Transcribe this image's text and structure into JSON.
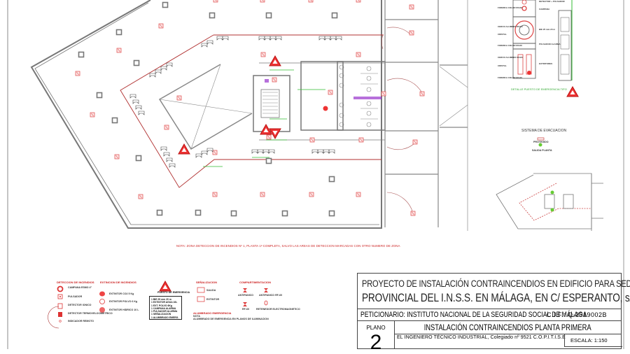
{
  "title_block": {
    "project_line1": "PROYECTO DE INSTALACIÓN CONTRAINCENDIOS EN EDIFICIO PARA SEDE DE LA DIRECCIÓN",
    "project_line2": "PROVINCIAL DEL I.N.S.S. EN MÁLAGA, EN C/ ESPERANTO, s/n, MÁLAGA",
    "petitioner": "PETICIONARIO: INSTITUTO NACIONAL DE LA SEGURIDAD SOCIAL DE MÁLAGA",
    "cif": "C.I.F.: Q-2919002B",
    "plano_label": "PLANO",
    "plano_number": "2",
    "sheet_title": "INSTALACIÓN CONTRAINCENDIOS PLANTA PRIMERA",
    "engineer": "EL INGENIERO TÉCNICO INDUSTRIAL, Colegiado nº 9521 C.O.P.I.T.I.S.E",
    "scale": "ESCALA:   1:150"
  },
  "note": "NOTA: ZONA DETECCION DE INCENDIOS Nº 1,  PLANTA 1ª COMPLETA, SALVO LAS AREAS DE DETECCION MARCADAS CON OTRO NUMERO DE ZONA",
  "legend": {
    "detection": {
      "heading": "DETECCION DE INCENDIOS",
      "items": [
        "CAMPANA ESMO 4\"",
        "PULSADOR",
        "DETECTOR IONICO",
        "DETECTOR TERMOVELOCIMETRICO",
        "INDICADOR REMOTO"
      ]
    },
    "extinction": {
      "heading": "EXTINCION DE INCENDIOS",
      "items": [
        "EXTINTOR CO2 5 Kg",
        "EXTINTOR POLVO 6 Kg",
        "EXTINTOR HIDRICO 10 L"
      ]
    },
    "emergency_post": {
      "label": "PUESTO DE EMERGENCIA",
      "contents": [
        "1 BIE 25 mm  20 m",
        "1 EXTINTOR AGUA 10L",
        "1 EXT. POLVO 6Kg",
        "1 CAMPANA ALARMA",
        "1 PULSADOR ALARMA",
        "1 SEÑALIZACION",
        "1 ALUMBRADO EMERG."
      ]
    },
    "signage": {
      "heading": "SEÑALIZACION",
      "items": [
        "SALIDA",
        "EXTINTOR"
      ]
    },
    "compartment": {
      "heading": "COMPARTIMENTACION",
      "items": [
        "ANTIPANICO",
        "ANTIPANICO RF-60",
        "RF-60",
        "RETENEDOR ELECTROMAGNETICO"
      ]
    },
    "emergency_lighting": {
      "heading": "ALUMBRADO EMERGENCIA",
      "note_label": "NOTA",
      "note_text": "ALUMBRADO DE EMERGENCIA EN PLANOS DE ILUMINACION"
    }
  },
  "detail": {
    "caption": "DETALLE PUESTO DE EMERGENCIA TIPO",
    "labels": [
      "FORMICA COLOR ROJO",
      "DETECTOR + PULSADOR",
      "CAMPANA",
      "CERCO ALUMINIO ROJO",
      "CRISTAL",
      "BIE 25 mm 20 m",
      "FORMICA COLOR ROJO",
      "PULSADOR ALARMA",
      "CERCO ALUMINIO ROJO",
      "CRISTAL",
      "EXTINTORES",
      "FORMICA COLOR ROJO"
    ]
  },
  "evacuation": {
    "title": "SISTEMA DE EVACUACION",
    "items": [
      "PROTEGIDO",
      "SALIDA PLANTA"
    ]
  },
  "colors": {
    "fire_red": "#d42a2a",
    "wall_gray": "#7a7a7a",
    "zone_line": "#b03030",
    "green_pipe": "#33bb33",
    "purple_device": "#9933cc"
  }
}
